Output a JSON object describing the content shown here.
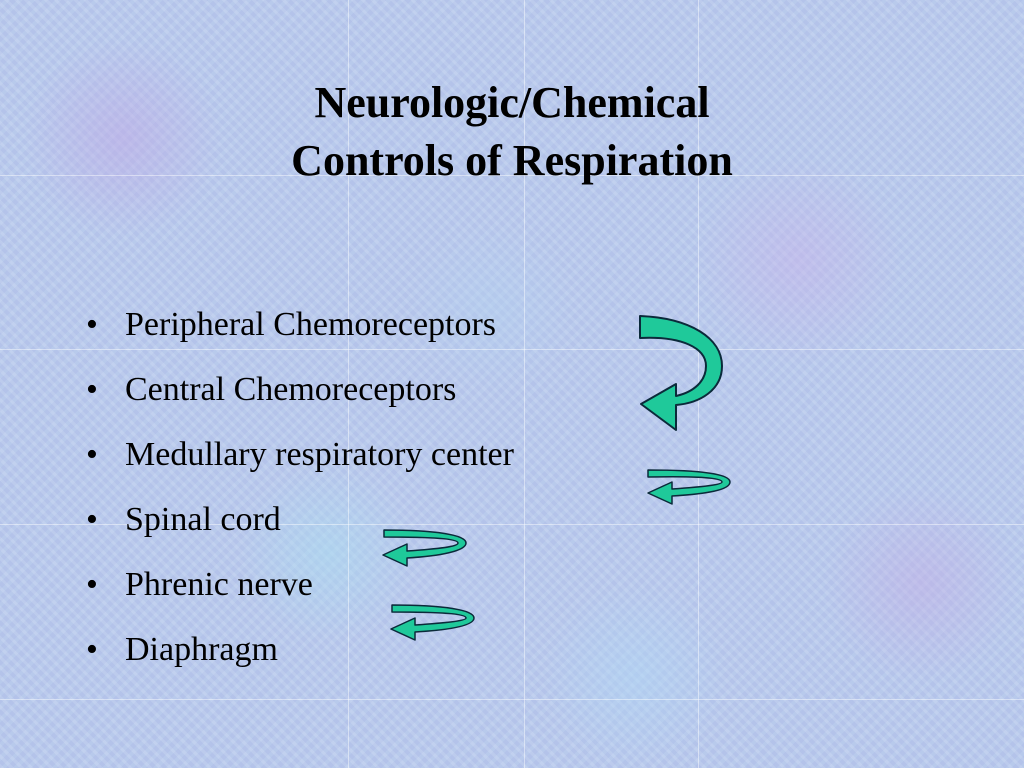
{
  "slide": {
    "title_line1": "Neurologic/Chemical",
    "title_line2": "Controls of Respiration",
    "bullet_symbol": "•",
    "bullets": [
      "Peripheral Chemoreceptors",
      "Central Chemoreceptors",
      "Medullary respiratory center",
      "Spinal cord",
      "Phrenic nerve",
      "Diaphragm"
    ]
  },
  "colors": {
    "background": "#b9cbed",
    "arrow_fill": "#1fc99a",
    "arrow_outline": "#0b2a3a",
    "text": "#000000"
  },
  "icons": [
    "curved-arrow-icon",
    "u-turn-arrow-icon"
  ]
}
